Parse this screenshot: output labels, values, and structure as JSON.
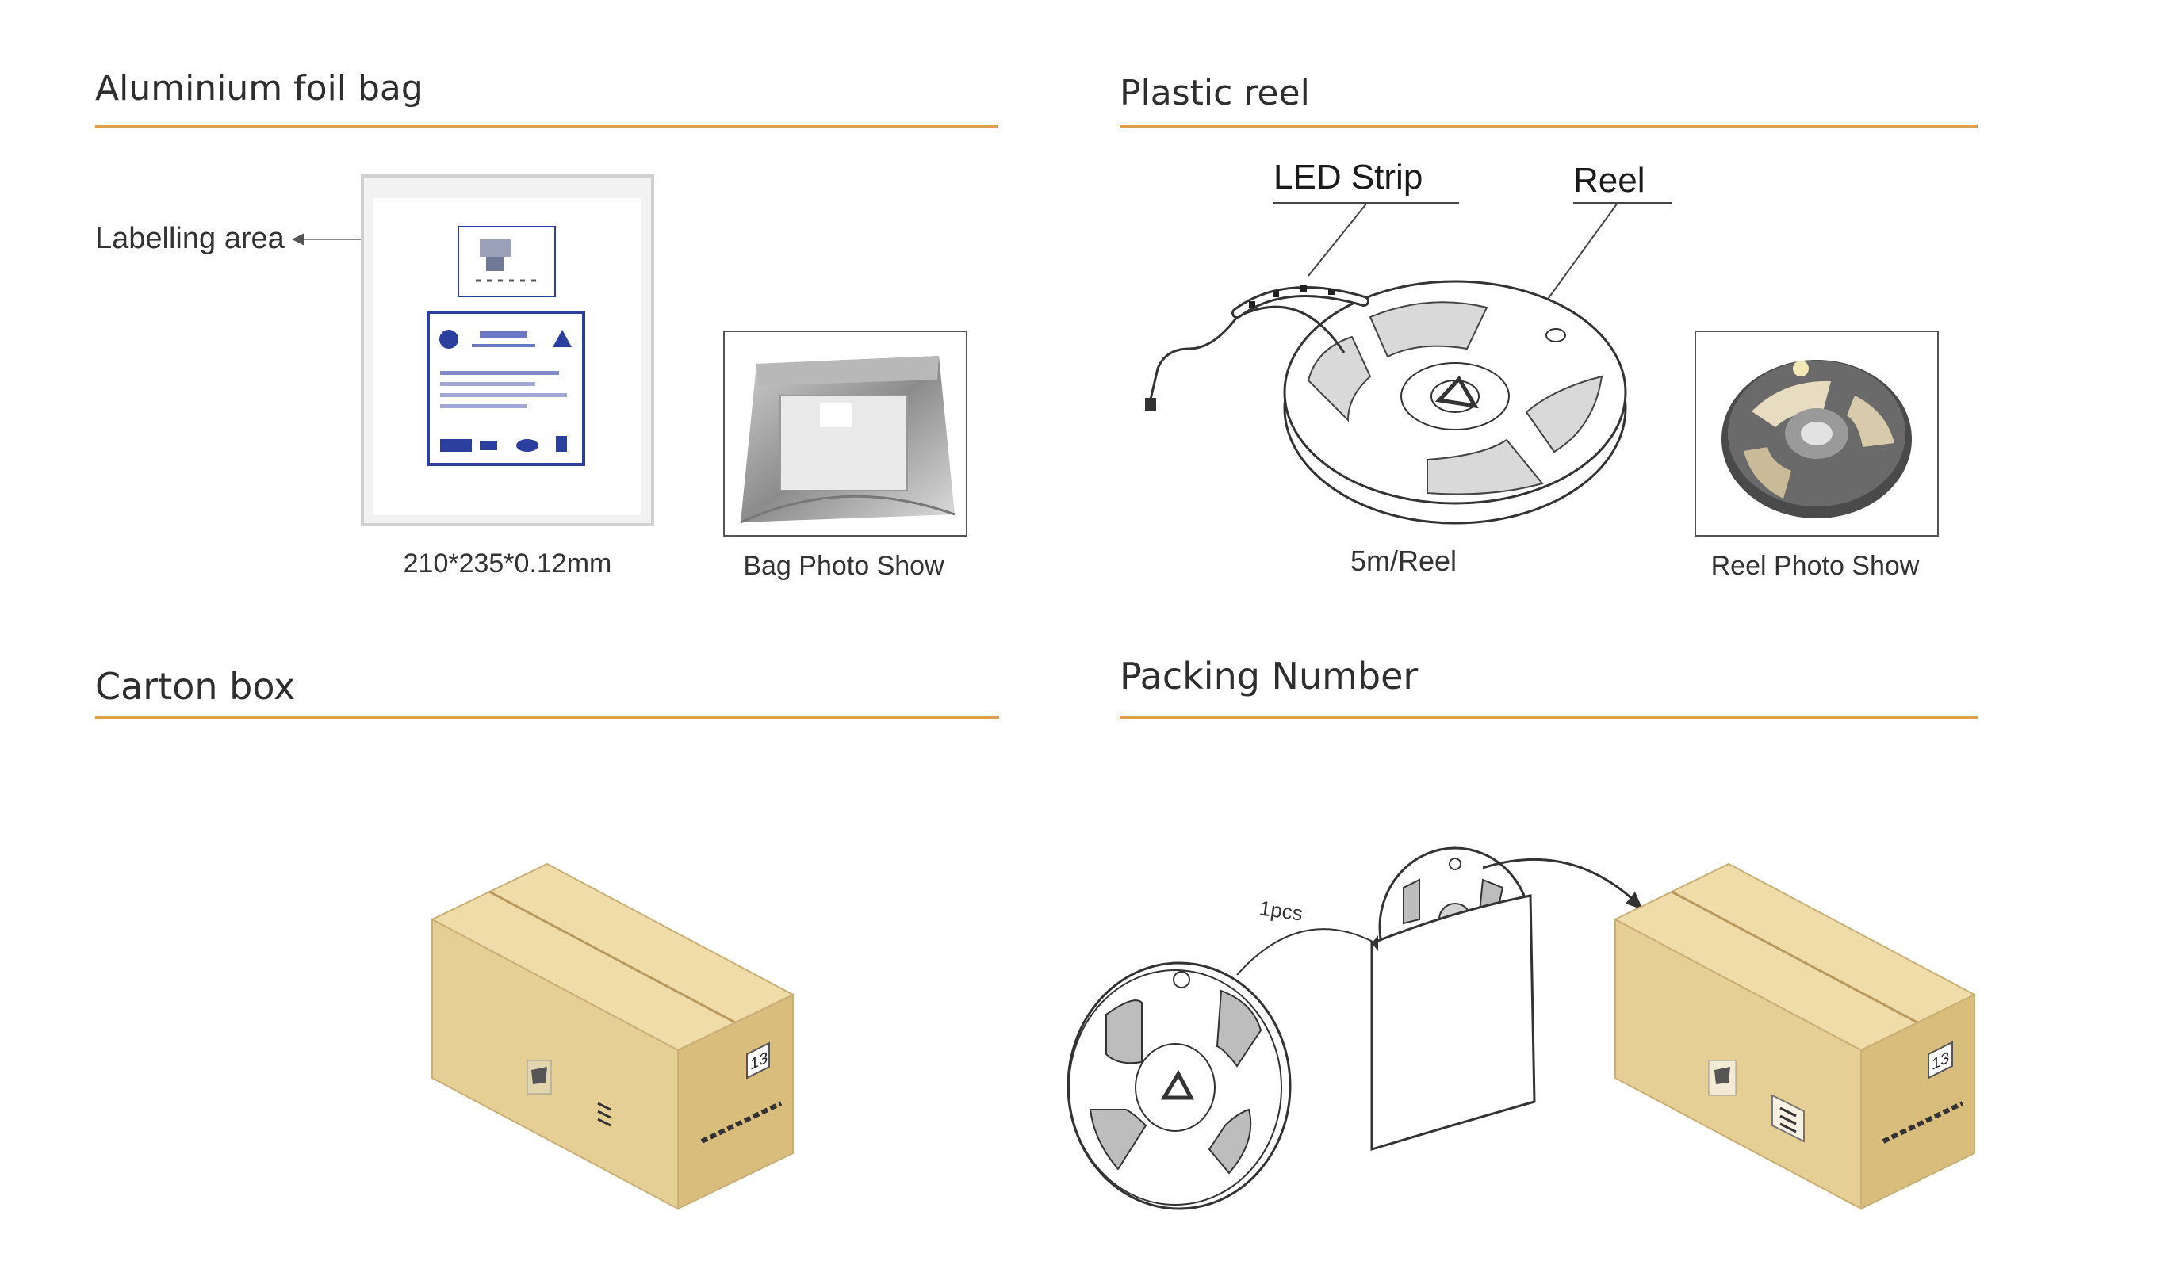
{
  "sections": {
    "foil_bag": {
      "title": "Aluminium foil bag",
      "labelling_text": "Labelling area",
      "size_caption": "210*235*0.12mm",
      "photo_caption": "Bag Photo Show"
    },
    "plastic_reel": {
      "title": "Plastic reel",
      "led_strip_label": "LED  Strip",
      "reel_label": "Reel",
      "length_caption": "5m/Reel",
      "photo_caption": "Reel Photo Show"
    },
    "carton_box": {
      "title": "Carton box",
      "box_number": "13"
    },
    "packing_number": {
      "title": "Packing Number",
      "qty_label": "1pcs",
      "box_number": "13"
    }
  },
  "colors": {
    "accent_rule": "#e0a04a",
    "carton_top": "#f0dca8",
    "carton_front": "#e6cf95",
    "carton_side": "#d9bd7c",
    "label_border": "#2b3f9e"
  }
}
